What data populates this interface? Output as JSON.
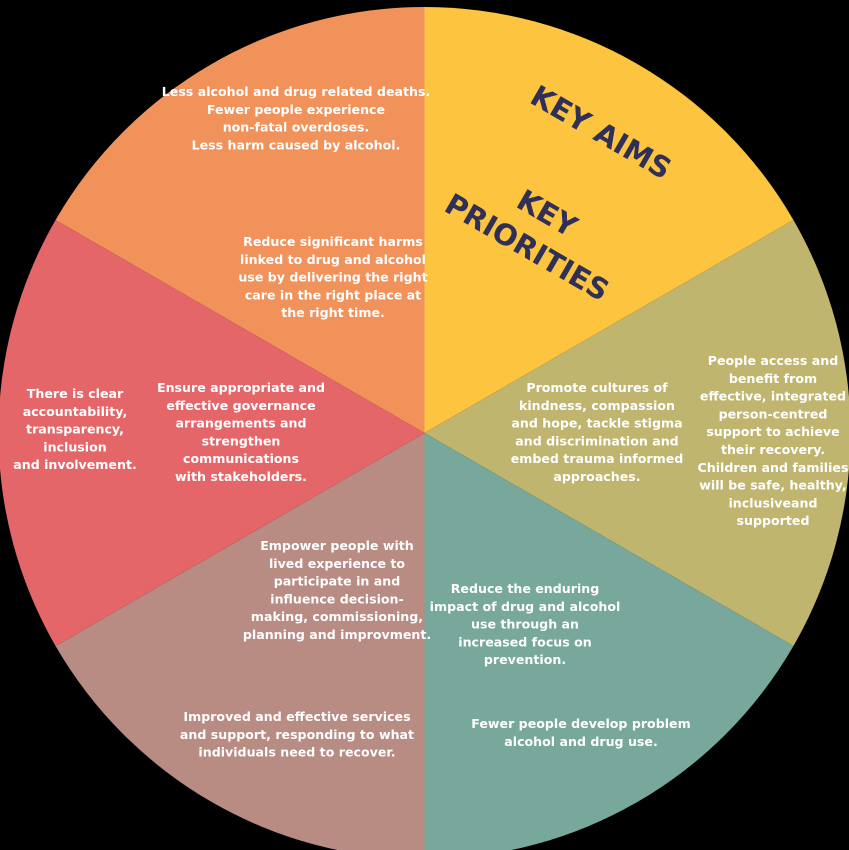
{
  "diagram": {
    "headings": {
      "aims": "KEY AIMS",
      "priorities_line1": "KEY",
      "priorities_line2": "PRIORITIES"
    },
    "segments": [
      {
        "id": "harms",
        "color": "#f0925a",
        "aim": [
          "Less alcohol and drug related deaths.",
          "Fewer people experience",
          "non-fatal overdoses.",
          "Less harm caused by alcohol."
        ],
        "priority": [
          "Reduce significant harms",
          "linked to drug and alcohol",
          "use by delivering the right",
          "care in the right place at",
          "the right time."
        ]
      },
      {
        "id": "header",
        "color": "#fcc43f",
        "aim": [],
        "priority": []
      },
      {
        "id": "recovery",
        "color": "#bfb56f",
        "aim": [
          "People access and",
          "benefit from",
          "effective, integrated",
          "person-centred",
          "support to achieve",
          "their recovery.",
          "Children and families",
          "will be safe, healthy,",
          "inclusiveand",
          "supported"
        ],
        "priority": [
          "Promote cultures of",
          "kindness, compassion",
          "and hope, tackle stigma",
          "and discrimination and",
          "embed trauma informed",
          "approaches."
        ]
      },
      {
        "id": "prevention",
        "color": "#77a89b",
        "aim": [
          "Fewer people develop problem",
          "alcohol and drug use."
        ],
        "priority": [
          "Reduce the enduring",
          "impact of drug and alcohol",
          "use through an",
          "increased focus on",
          "prevention."
        ]
      },
      {
        "id": "services",
        "color": "#b88b83",
        "aim": [
          "Improved and effective services",
          "and support, responding to what",
          "individuals need to recover."
        ],
        "priority": [
          "Empower people with",
          "lived experience to",
          "participate in and",
          "influence decision-",
          "making, commissioning,",
          "planning and improvment."
        ]
      },
      {
        "id": "governance",
        "color": "#e56669",
        "aim": [
          "There is clear",
          "accountability,",
          "transparency,",
          "inclusion",
          "and involvement."
        ],
        "priority": [
          "Ensure appropriate and",
          "effective governance",
          "arrangements and",
          "strengthen",
          "communications",
          "with stakeholders."
        ]
      }
    ]
  }
}
